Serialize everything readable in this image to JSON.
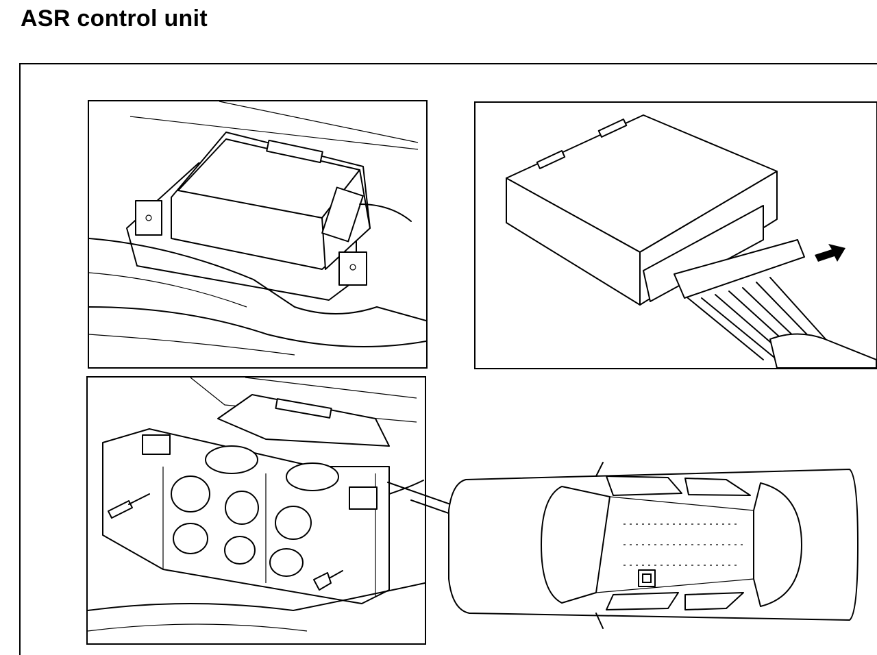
{
  "title": "ASR control unit",
  "figures": {
    "panel_1": "control-unit-in-mounting-bracket",
    "panel_2": "control-unit-with-connector",
    "panel_3": "bracket-with-bolts",
    "car_view": "car-top-view-location"
  }
}
